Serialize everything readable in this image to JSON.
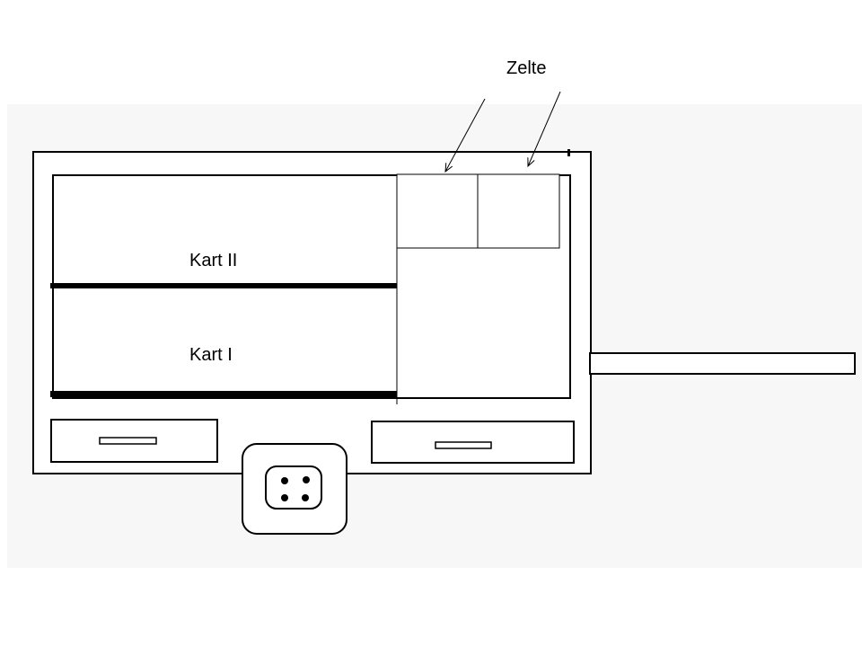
{
  "labels": {
    "tents": "Zelte",
    "cart_2": "Kart II",
    "cart_1": "Kart I"
  },
  "colors": {
    "background": "#ffffff",
    "panel": "#f7f7f7",
    "box_fill": "#ffffff",
    "stroke": "#000000"
  }
}
